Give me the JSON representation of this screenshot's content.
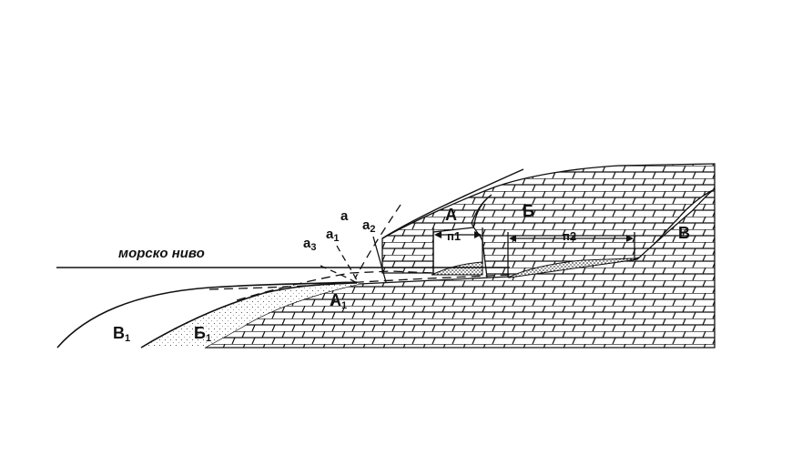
{
  "sea_level_label": "морско ниво",
  "labels": {
    "a": "а",
    "a1_base": "а",
    "a1_sub": "1",
    "a2_base": "а",
    "a2_sub": "2",
    "a3_base": "а",
    "a3_sub": "3",
    "A": "А",
    "A1_base": "А",
    "A1_sub": "1",
    "B_cyr": "Б",
    "B1_cyr_base": "Б",
    "B1_cyr_sub": "1",
    "V": "В",
    "V1_base": "В",
    "V1_sub": "1",
    "n1": "п1",
    "n2": "п2"
  },
  "colors": {
    "ink": "#111111",
    "background": "#ffffff"
  }
}
